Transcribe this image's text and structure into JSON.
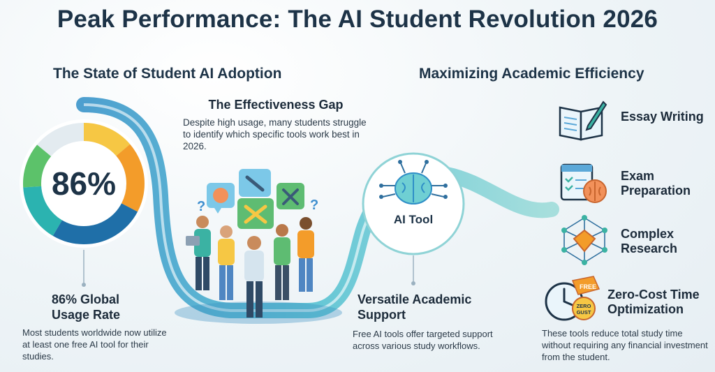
{
  "title": "Peak Performance: The AI Student Revolution 2026",
  "left_section": {
    "title": "The State of Student AI Adoption",
    "usage": {
      "percent_label": "86%",
      "value": 86,
      "heading": "86% Global Usage Rate",
      "text": "Most students worldwide now utilize at least one free AI tool for their studies."
    },
    "gap": {
      "title": "The Effectiveness Gap",
      "text": "Despite high usage, many students struggle to identify which specific tools work best in 2026."
    },
    "support": {
      "tool_label": "AI Tool",
      "heading": "Versatile Academic Support",
      "text": "Free AI tools offer targeted support across various study workflows."
    }
  },
  "right_section": {
    "title": "Maximizing Academic Efficiency",
    "features": [
      {
        "label": "Essay Writing",
        "icon": "book-pen-icon"
      },
      {
        "label": "Exam Preparation",
        "icon": "calendar-brain-icon"
      },
      {
        "label": "Complex Research",
        "icon": "network-gem-icon"
      },
      {
        "label": "Zero-Cost Time Optimization",
        "icon": "clock-tag-icon"
      }
    ],
    "tag_free": "FREE",
    "badge_zero": "ZERO",
    "badge_cost": "GUST",
    "footer_text": "These tools reduce total study time without requiring any financial investment from the student."
  },
  "colors": {
    "ring_dark": "#1f6fa8",
    "ring_teal": "#2bb3b0",
    "ring_orange": "#f39c2a",
    "ring_yellow": "#f6c744",
    "ring_green": "#5cc26a",
    "path_teal": "#55c4c9",
    "title": "#1d3347"
  }
}
